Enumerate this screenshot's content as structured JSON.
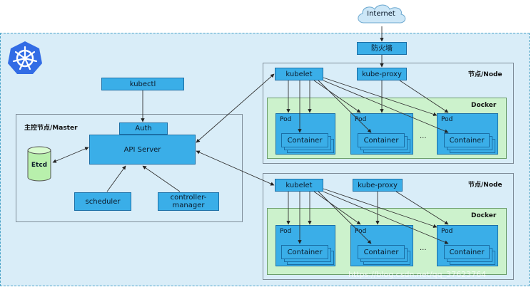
{
  "colors": {
    "outer_bg": "#d9edf8",
    "box_blue": "#3aaee8",
    "docker_green": "#ccf2cc",
    "cloud": "#cde7f7"
  },
  "icons": {
    "kubernetes_logo": "kubernetes-helm-icon",
    "internet": "cloud-icon",
    "etcd": "database-cylinder-icon"
  },
  "diagram": {
    "internet": "Internet",
    "firewall": "防火墙",
    "kubectl": "kubectl",
    "master": {
      "title": "主控节点/Master",
      "auth": "Auth",
      "api_server": "API Server",
      "etcd": "Etcd",
      "scheduler": "scheduler",
      "controller_manager_line1": "controller-",
      "controller_manager_line2": "manager"
    },
    "nodes": [
      {
        "title": "节点/Node",
        "kubelet": "kubelet",
        "kube_proxy": "kube-proxy",
        "docker": "Docker",
        "pods": [
          {
            "label": "Pod",
            "container": "Container"
          },
          {
            "label": "Pod",
            "container": "Container"
          },
          {
            "label": "Pod",
            "container": "Container"
          }
        ],
        "ellipsis": "..."
      },
      {
        "title": "节点/Node",
        "kubelet": "kubelet",
        "kube_proxy": "kube-proxy",
        "docker": "Docker",
        "pods": [
          {
            "label": "Pod",
            "container": "Container"
          },
          {
            "label": "Pod",
            "container": "Container"
          },
          {
            "label": "Pod",
            "container": "Container"
          }
        ],
        "ellipsis": "..."
      }
    ]
  },
  "watermark": "https://blog.csdn.net/qq_37623764"
}
